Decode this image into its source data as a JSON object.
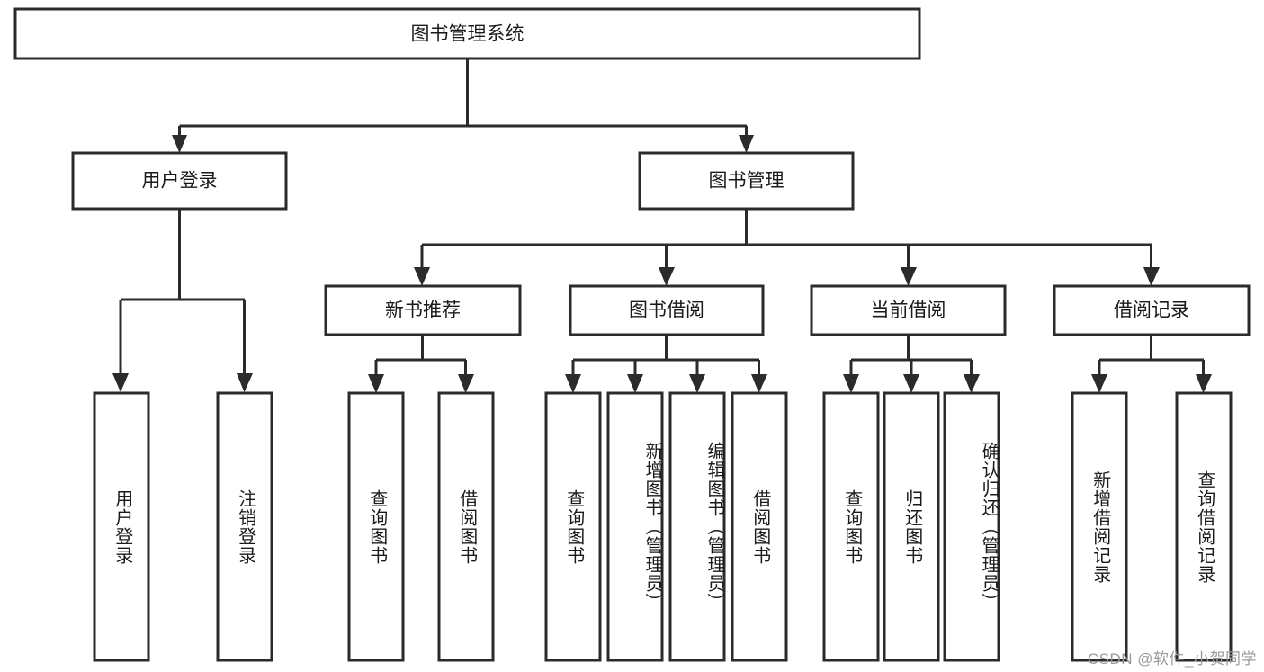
{
  "diagram": {
    "title_node": {
      "label": "图书管理系统"
    },
    "level1": [
      {
        "id": "user-login",
        "label": "用户登录"
      },
      {
        "id": "book-management",
        "label": "图书管理"
      }
    ],
    "level2": [
      {
        "id": "new-book-recommend",
        "label": "新书推荐"
      },
      {
        "id": "book-borrow",
        "label": "图书借阅"
      },
      {
        "id": "current-borrow",
        "label": "当前借阅"
      },
      {
        "id": "borrow-record",
        "label": "借阅记录"
      }
    ],
    "leaves": {
      "user_login": [
        {
          "id": "leaf-user-login",
          "label": "用户登录"
        },
        {
          "id": "leaf-logout-login",
          "label": "注销登录"
        }
      ],
      "new_book_recommend": [
        {
          "id": "leaf-query-book-1",
          "label": "查询图书"
        },
        {
          "id": "leaf-borrow-book-1",
          "label": "借阅图书"
        }
      ],
      "book_borrow": [
        {
          "id": "leaf-query-book-2",
          "label": "查询图书"
        },
        {
          "id": "leaf-add-book",
          "label": "新增图书（管理员）"
        },
        {
          "id": "leaf-edit-book",
          "label": "编辑图书（管理员）"
        },
        {
          "id": "leaf-borrow-book-2",
          "label": "借阅图书"
        }
      ],
      "current_borrow": [
        {
          "id": "leaf-query-book-3",
          "label": "查询图书"
        },
        {
          "id": "leaf-return-book",
          "label": "归还图书"
        },
        {
          "id": "leaf-confirm-return",
          "label": "确认归还（管理员）"
        }
      ],
      "borrow_record": [
        {
          "id": "leaf-add-record",
          "label": "新增借阅记录"
        },
        {
          "id": "leaf-query-record",
          "label": "查询借阅记录"
        }
      ]
    },
    "watermark": "CSDN @软件_小贺同学",
    "colors": {
      "stroke": "#2b2b2b",
      "box_fill": "#ffffff",
      "text": "#1a1a1a",
      "watermark": "#9a9a9a",
      "background": "#ffffff"
    }
  }
}
